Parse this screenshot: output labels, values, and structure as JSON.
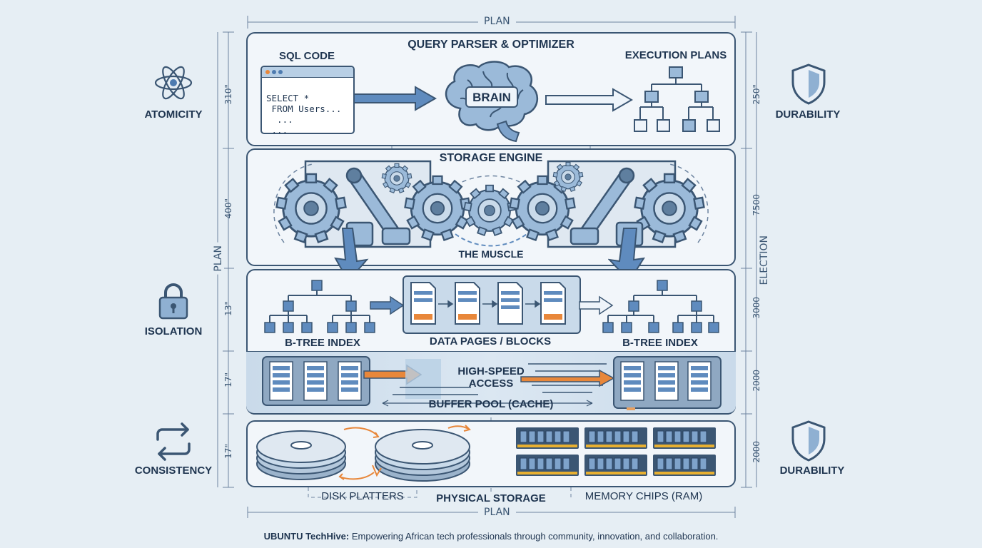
{
  "dims": {
    "top": "PLAN",
    "bottom": "PLAN",
    "left_side": "PLAN",
    "right_side": "ELECTION",
    "left": [
      "310\"",
      "400\"",
      "13\"",
      "17\"",
      "17\""
    ],
    "right": [
      "250\"",
      "7500",
      "3000",
      "2000",
      "2000"
    ]
  },
  "acid": {
    "atomicity": "ATOMICITY",
    "isolation": "ISOLATION",
    "consistency": "CONSISTENCY",
    "durability_top": "DURABILITY",
    "durability_bottom": "DURABILITY"
  },
  "parser": {
    "title": "QUERY PARSER & OPTIMIZER",
    "sql_label": "SQL CODE",
    "sql_lines": [
      "SELECT *",
      " FROM Users...",
      "  ...",
      " ..."
    ],
    "brain": "BRAIN",
    "plans": "EXECUTION PLANS"
  },
  "engine": {
    "title": "STORAGE ENGINE",
    "muscle": "THE MUSCLE"
  },
  "data": {
    "btree_left": "B-TREE INDEX",
    "pages": "DATA PAGES / BLOCKS",
    "btree_right": "B-TREE INDEX"
  },
  "buffer": {
    "speed": "HIGH-SPEED\nACCESS",
    "speed_1": "HIGH-SPEED",
    "speed_2": "ACCESS",
    "pool": "BUFFER POOL (CACHE)"
  },
  "physical": {
    "disks": "DISK PLATTERS",
    "storage": "PHYSICAL STORAGE",
    "ram": "MEMORY CHIPS (RAM)"
  },
  "footer": {
    "brand": "UBUNTU TechHive:",
    "text": " Empowering African tech professionals through community, innovation, and collaboration."
  },
  "colors": {
    "accent": "#4d7bb0",
    "line": "#3b5673",
    "orange": "#e8873a",
    "light": "#c9daea"
  }
}
